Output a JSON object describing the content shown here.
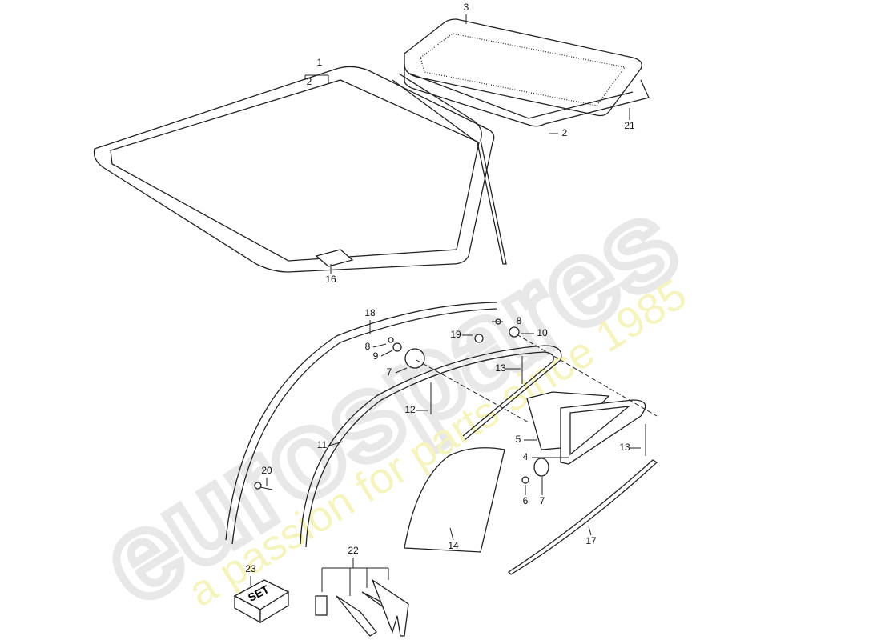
{
  "watermark": {
    "brand": "eurospares",
    "tagline": "a passion for parts since 1985"
  },
  "callouts": [
    "1",
    "2",
    "3",
    "21",
    "2",
    "16",
    "18",
    "8",
    "19",
    "8",
    "10",
    "9",
    "7",
    "13",
    "12",
    "11",
    "5",
    "4",
    "13",
    "20",
    "6",
    "7",
    "14",
    "17",
    "22",
    "23"
  ],
  "set_box_label": "SET"
}
